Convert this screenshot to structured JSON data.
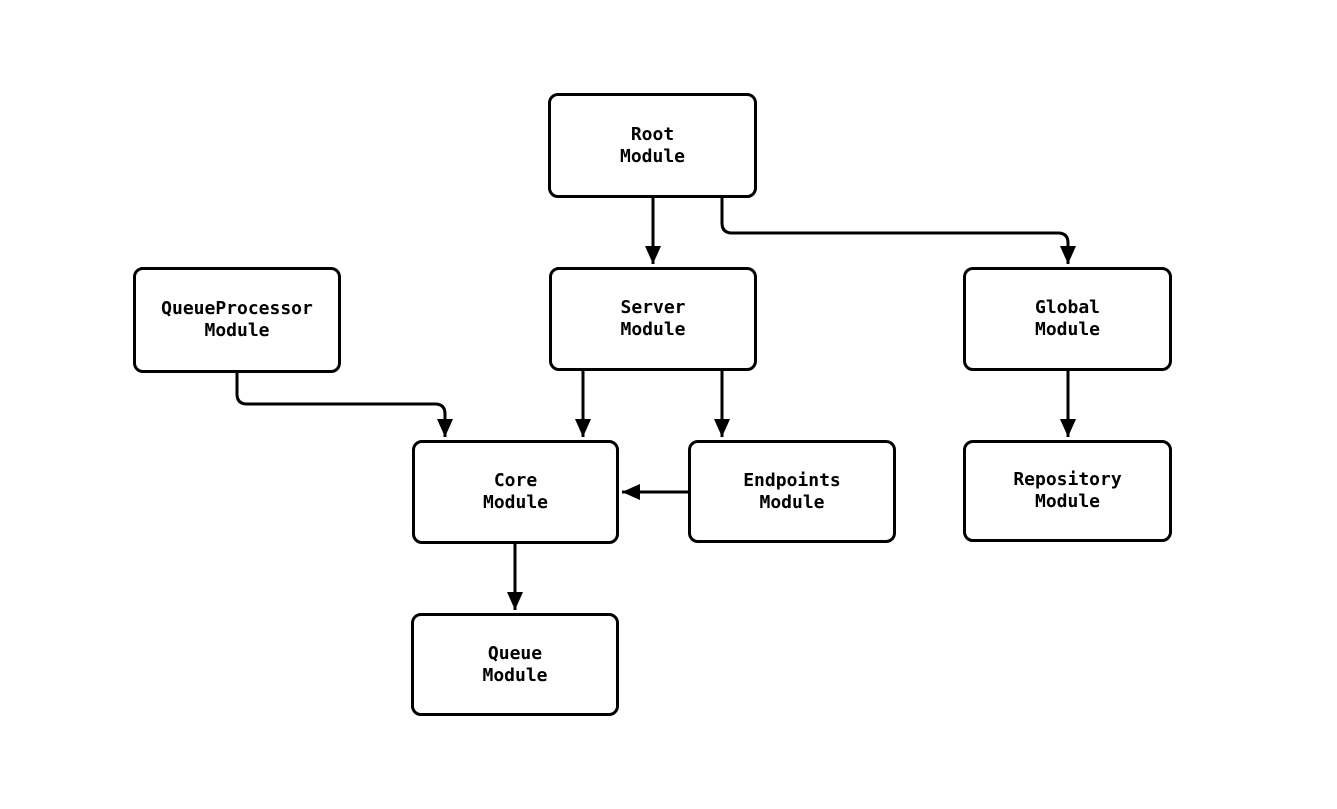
{
  "diagram": {
    "type": "module-dependency-flowchart",
    "background_color": "#ffffff",
    "node_fill_color": "#ffffff",
    "stroke_color": "#000000",
    "nodes": {
      "root": {
        "line1": "Root",
        "line2": "Module"
      },
      "queueprocessor": {
        "line1": "QueueProcessor",
        "line2": "Module"
      },
      "server": {
        "line1": "Server",
        "line2": "Module"
      },
      "global": {
        "line1": "Global",
        "line2": "Module"
      },
      "core": {
        "line1": "Core",
        "line2": "Module"
      },
      "endpoints": {
        "line1": "Endpoints",
        "line2": "Module"
      },
      "repository": {
        "line1": "Repository",
        "line2": "Module"
      },
      "queue": {
        "line1": "Queue",
        "line2": "Module"
      }
    },
    "edges": [
      {
        "from": "Root Module",
        "to": "Server Module"
      },
      {
        "from": "Root Module",
        "to": "Global Module"
      },
      {
        "from": "QueueProcessor Module",
        "to": "Core Module"
      },
      {
        "from": "Server Module",
        "to": "Core Module"
      },
      {
        "from": "Server Module",
        "to": "Endpoints Module"
      },
      {
        "from": "Endpoints Module",
        "to": "Core Module"
      },
      {
        "from": "Global Module",
        "to": "Repository Module"
      },
      {
        "from": "Core Module",
        "to": "Queue Module"
      }
    ]
  }
}
